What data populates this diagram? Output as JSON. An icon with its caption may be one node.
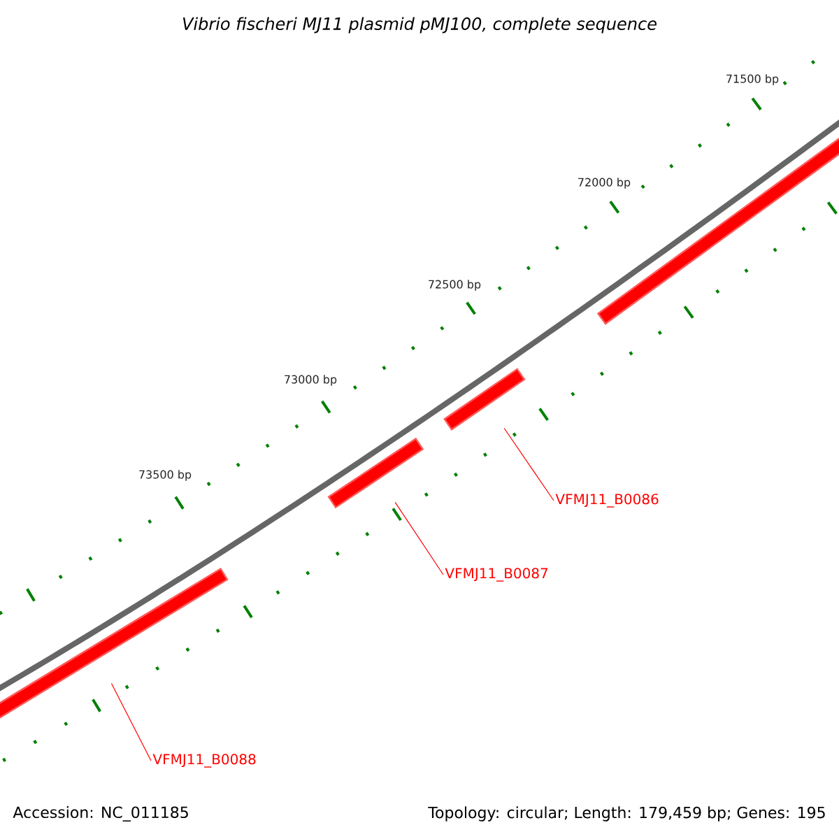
{
  "diagram": {
    "title": "Vibrio fischeri MJ11 plasmid pMJ100, complete sequence",
    "nodes": [
      {
        "text": [
          "VFMJ11_B0086"
        ]
      },
      {
        "text": [
          "VFMJ11_B0087"
        ]
      },
      {
        "text": [
          "VFMJ11_B0088"
        ]
      },
      {
        "text": [],
        "shape": "bar"
      },
      {
        "text": [],
        "shape": "bar"
      },
      {
        "text": [],
        "shape": "bar"
      },
      {
        "text": [],
        "shape": "bar"
      }
    ],
    "edges": [
      {
        "from": 0,
        "to": 5,
        "arrow": "none",
        "color": "#ff0000"
      },
      {
        "from": 1,
        "to": 4,
        "arrow": "none",
        "color": "#ff0000"
      },
      {
        "from": 2,
        "to": 3,
        "arrow": "none",
        "color": "#ff0000"
      }
    ],
    "labels": [
      "71500 bp",
      "72000 bp",
      "72500 bp",
      "73000 bp",
      "73500 bp",
      "Accession: NC_011185",
      "Topology: circular; Length: 179,459 bp; Genes: 195"
    ]
  }
}
